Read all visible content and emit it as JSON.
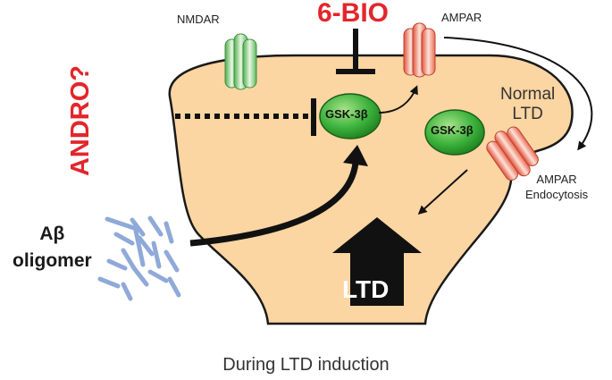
{
  "labels": {
    "nmdar": "NMDAR",
    "ampar_top": "AMPAR",
    "inhibitor": "6-BIO",
    "candidate": "ANDRO?",
    "gsk_center": "GSK-3β",
    "gsk_right": "GSK-3β",
    "normal_ltd_line1": "Normal",
    "normal_ltd_line2": "LTD",
    "ampar_endo_line1": "AMPAR",
    "ampar_endo_line2": "Endocytosis",
    "abeta_line1": "Aβ",
    "abeta_line2": "oligomer",
    "ltd_arrow": "LTD",
    "caption": "During LTD induction"
  },
  "colors": {
    "spine": "#fbd5a2",
    "spine_stroke": "#1a1a1a",
    "accent_red": "#e3262b",
    "gsk_green": "#3bb23b",
    "nmdar_green": "#7fcf7f",
    "ampar_red": "#f08a72",
    "oligomer_blue": "#8fa9d8"
  }
}
